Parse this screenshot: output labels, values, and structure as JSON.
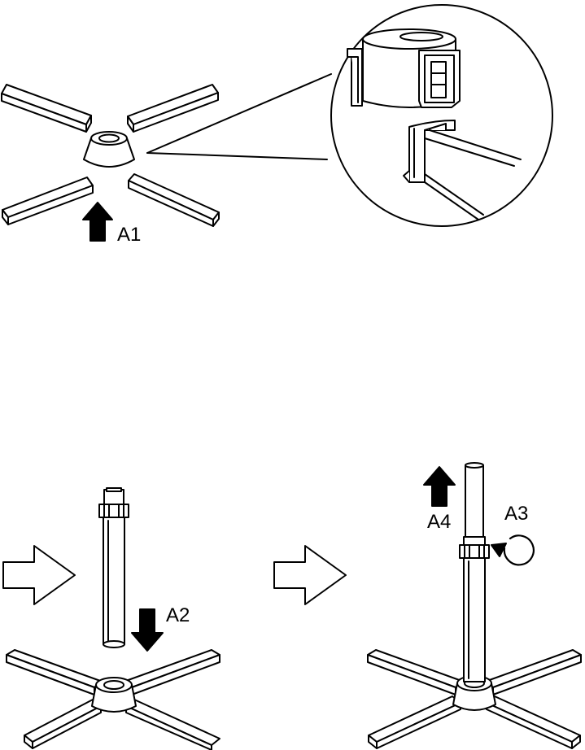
{
  "labels": {
    "a1": "A1",
    "a2": "A2",
    "a3": "A3",
    "a4": "A4"
  },
  "colors": {
    "ink": "#000000",
    "paper": "#ffffff"
  },
  "icons": [
    "push-up-arrow-icon",
    "push-down-arrow-icon",
    "pull-up-arrow-icon",
    "rotate-counterclockwise-icon",
    "next-step-arrow-icon"
  ]
}
